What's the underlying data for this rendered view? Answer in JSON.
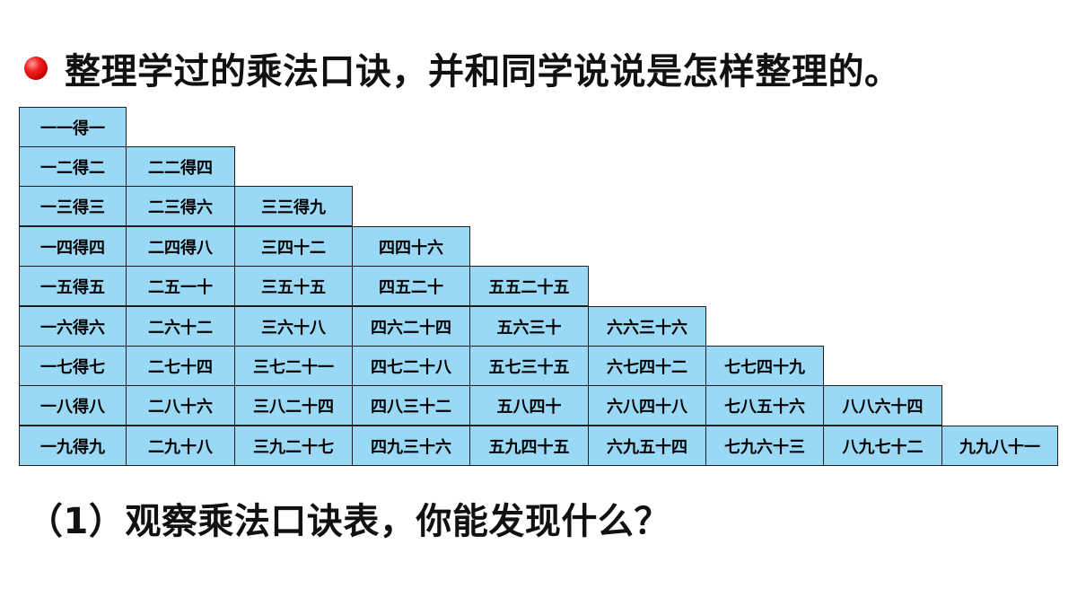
{
  "heading": {
    "bullet_icon": "red-dot-bullet-icon",
    "text": "整理学过的乘法口诀，并和同学说说是怎样整理的。"
  },
  "table": {
    "cell_color": "#99d9f5",
    "border_color": "#1f1f1f",
    "rows": [
      [
        "一一得一"
      ],
      [
        "一二得二",
        "二二得四"
      ],
      [
        "一三得三",
        "二三得六",
        "三三得九"
      ],
      [
        "一四得四",
        "二四得八",
        "三四十二",
        "四四十六"
      ],
      [
        "一五得五",
        "二五一十",
        "三五十五",
        "四五二十",
        "五五二十五"
      ],
      [
        "一六得六",
        "二六十二",
        "三六十八",
        "四六二十四",
        "五六三十",
        "六六三十六"
      ],
      [
        "一七得七",
        "二七十四",
        "三七二十一",
        "四七二十八",
        "五七三十五",
        "六七四十二",
        "七七四十九"
      ],
      [
        "一八得八",
        "二八十六",
        "三八二十四",
        "四八三十二",
        "五八四十",
        "六八四十八",
        "七八五十六",
        "八八六十四"
      ],
      [
        "一九得九",
        "二九十八",
        "三九二十七",
        "四九三十六",
        "五九四十五",
        "六九五十四",
        "七九六十三",
        "八九七十二",
        "九九八十一"
      ]
    ]
  },
  "question": {
    "text": "（1）观察乘法口诀表，你能发现什么？"
  }
}
